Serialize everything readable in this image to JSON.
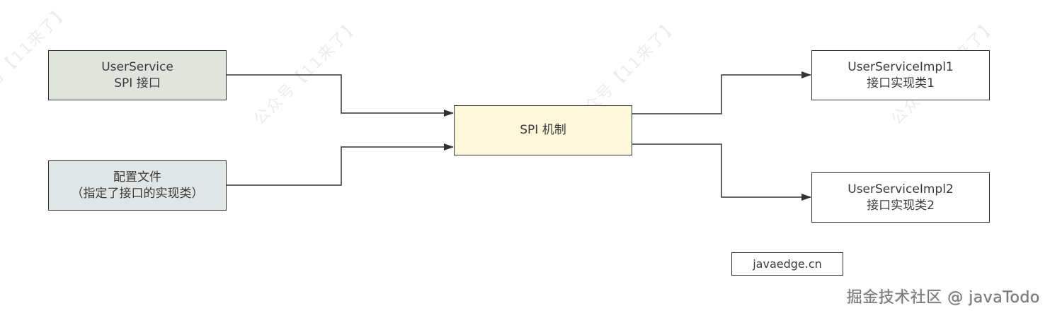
{
  "watermark": {
    "text": "公众号【11来了】"
  },
  "nodes": {
    "spi_interface": {
      "line1": "UserService",
      "line2": "SPI 接口",
      "fill": "#dfe5dc"
    },
    "config_file": {
      "line1": "配置文件",
      "line2": "（指定了接口的实现类）",
      "fill": "#dfe6e5"
    },
    "spi_mechanism": {
      "line1": "SPI 机制",
      "fill": "#fdf7dc"
    },
    "impl1": {
      "line1": "UserServiceImpl1",
      "line2": "接口实现类1",
      "fill": "#ffffff"
    },
    "impl2": {
      "line1": "UserServiceImpl2",
      "line2": "接口实现类2",
      "fill": "#ffffff"
    },
    "site_label": {
      "line1": "javaedge.cn",
      "fill": "#ffffff"
    }
  },
  "edges": [
    {
      "from": "spi_interface",
      "to": "spi_mechanism"
    },
    {
      "from": "config_file",
      "to": "spi_mechanism"
    },
    {
      "from": "spi_mechanism",
      "to": "impl1"
    },
    {
      "from": "spi_mechanism",
      "to": "impl2"
    }
  ],
  "caption": {
    "text": "掘金技术社区 @ javaTodo"
  },
  "colors": {
    "stroke": "#333333",
    "text": "#3a3a3a"
  }
}
